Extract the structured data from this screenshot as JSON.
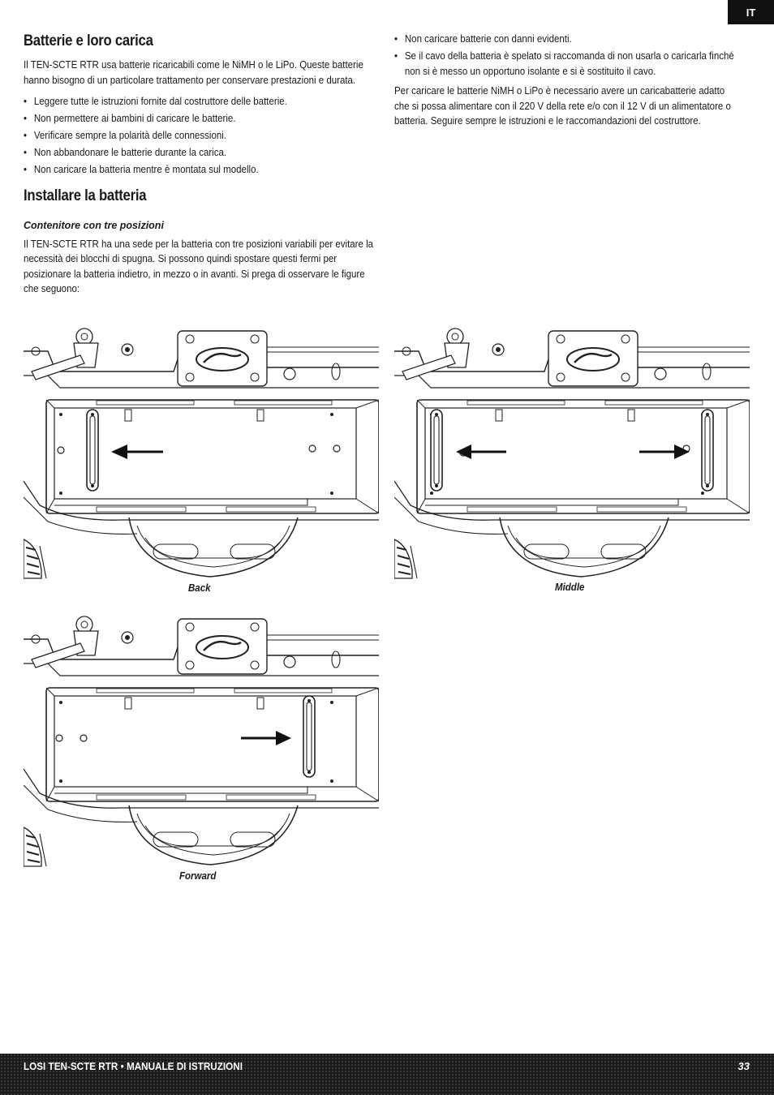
{
  "lang_tab": "IT",
  "section1": {
    "title": "Batterie e loro carica",
    "intro": "Il TEN-SCTE RTR usa batterie ricaricabili come le NiMH o le LiPo. Queste batterie hanno bisogno di un particolare trattamento per conservare prestazioni e durata.",
    "bullets": [
      "Leggere tutte le istruzioni fornite dal costruttore delle batterie.",
      "Non permettere ai bambini di caricare le batterie.",
      "Verificare sempre la polarità delle connessioni.",
      "Non abbandonare le batterie durante la carica.",
      "Non caricare la batteria mentre è montata sul modello."
    ],
    "bullets_right": [
      "Non caricare batterie con danni evidenti.",
      "Se il cavo della batteria è spelato si raccomanda di non usarla o caricarla finché non si è messo un opportuno isolante e si è sostituito il cavo."
    ],
    "charger_text": "Per caricare le batterie NiMH o LiPo è necessario avere un caricabatterie adatto che si possa alimentare con il 220 V della rete e/o con il 12 V di un alimentatore o batteria. Seguire sempre le istruzioni e le raccomandazioni del costruttore."
  },
  "section2": {
    "title": "Installare la batteria",
    "subtitle": "Contenitore con tre posizioni",
    "body": "Il TEN-SCTE RTR ha una sede per la batteria con tre posizioni variabili per evitare la necessità dei blocchi di spugna. Si possono quindi spostare questi fermi per posizionare la batteria indietro, in mezzo o in avanti. Si prega di osservare le figure che seguono:"
  },
  "figures": [
    {
      "caption": "Back"
    },
    {
      "caption": "Middle"
    },
    {
      "caption": "Forward"
    }
  ],
  "footer": {
    "title": "LOSI TEN-SCTE RTR • MANUALE DI ISTRUZIONI",
    "page": "33"
  }
}
